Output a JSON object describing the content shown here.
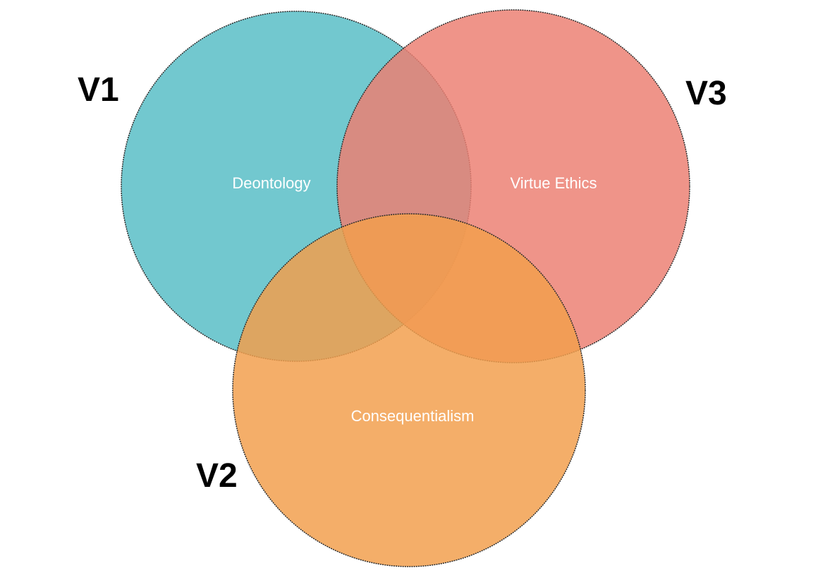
{
  "sets": [
    {
      "id": "V1",
      "label": "Deontology",
      "color": "#5bbfc7"
    },
    {
      "id": "V2",
      "label": "Consequentialism",
      "color": "#f29e4c"
    },
    {
      "id": "V3",
      "label": "Virtue Ethics",
      "color": "#ec7f72"
    }
  ],
  "outline_color": "#2a2a2a",
  "label_color": "#ffffff"
}
